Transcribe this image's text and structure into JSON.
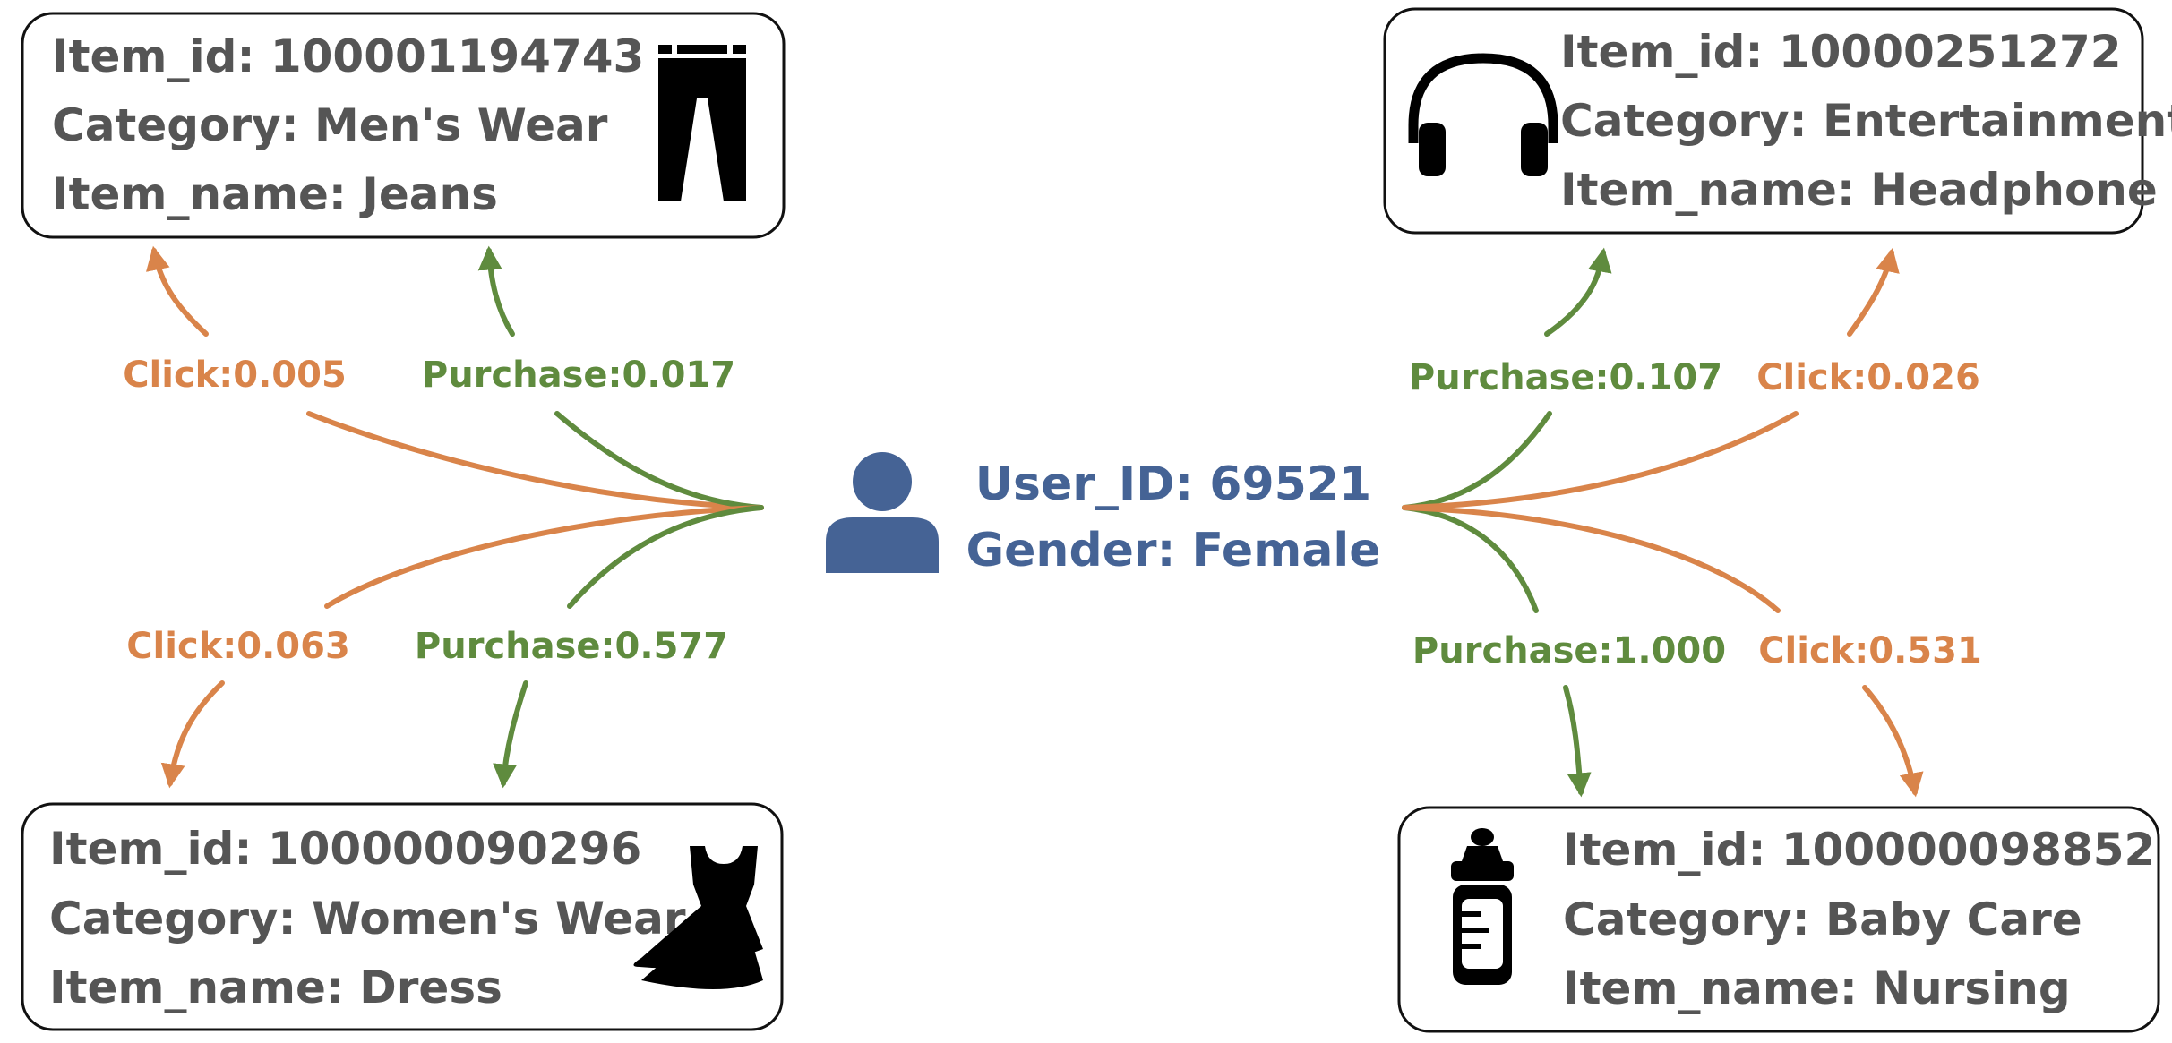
{
  "user": {
    "id_line": "User_ID: 69521",
    "gender_line": "Gender: Female",
    "icon": "user-icon",
    "color": "#456395"
  },
  "colors": {
    "click": "#D9844A",
    "purchase": "#5F8B3E",
    "item_text": "#555555",
    "box_border": "#111111"
  },
  "items": [
    {
      "key": "jeans",
      "icon": "jeans-icon",
      "id_line": "Item_id: 100001194743",
      "category_line": "Category: Men's Wear",
      "name_line": "Item_name: Jeans",
      "click_label": "Click:0.005",
      "purchase_label": "Purchase:0.017"
    },
    {
      "key": "headphone",
      "icon": "headphone-icon",
      "id_line": "Item_id: 10000251272",
      "category_line": "Category: Entertainment",
      "name_line": "Item_name: Headphone",
      "click_label": "Click:0.026",
      "purchase_label": "Purchase:0.107"
    },
    {
      "key": "dress",
      "icon": "dress-icon",
      "id_line": "Item_id: 100000090296",
      "category_line": "Category: Women's Wear",
      "name_line": "Item_name: Dress",
      "click_label": "Click:0.063",
      "purchase_label": "Purchase:0.577"
    },
    {
      "key": "nursing",
      "icon": "baby-bottle-icon",
      "id_line": "Item_id: 100000098852",
      "category_line": "Category: Baby Care",
      "name_line": "Item_name: Nursing",
      "click_label": "Click:0.531",
      "purchase_label": "Purchase:1.000"
    }
  ]
}
